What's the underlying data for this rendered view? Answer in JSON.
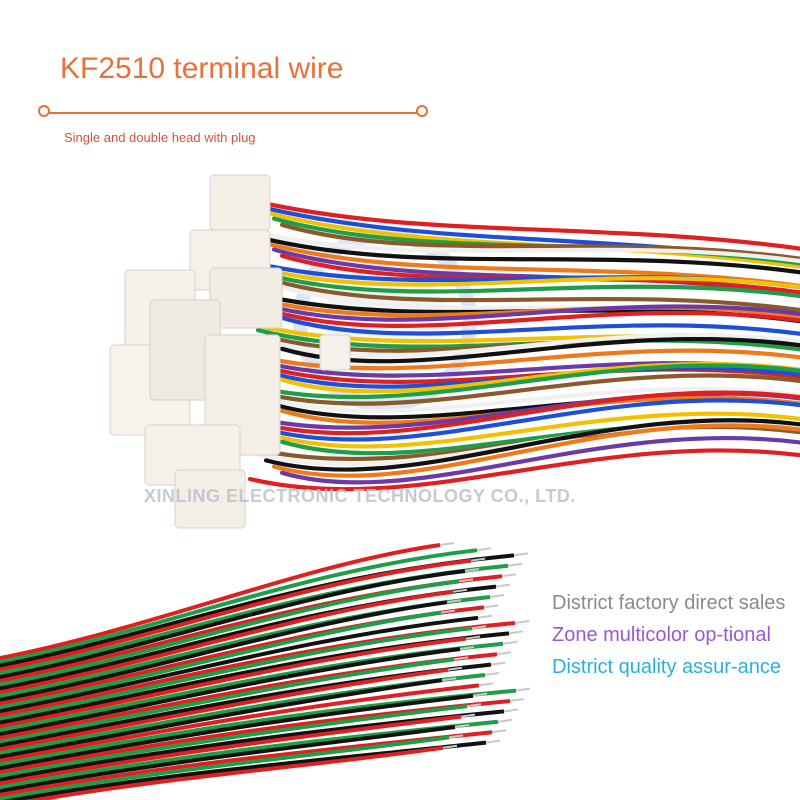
{
  "header": {
    "title": "KF2510 terminal wire",
    "subtitle": "Single and double head with plug",
    "accent_color": "#e8703a"
  },
  "watermark": {
    "text": "XINLING ELECTRONIC TECHNOLOGY CO., LTD."
  },
  "features": [
    {
      "text": "District factory direct sales",
      "color": "#8a8a8a"
    },
    {
      "text": "Zone multicolor op-tional",
      "color": "#9b59d0"
    },
    {
      "text": "District quality assur-ance",
      "color": "#2bb0dc"
    }
  ],
  "photo": {
    "subject": "bundle of multicolor wires with white KF2510 connector housings",
    "wire_colors": [
      "#e02020",
      "#1e4fd8",
      "#f2c200",
      "#1f9e4a",
      "#8a5a2b",
      "#ffffff",
      "#111111",
      "#f07a1a",
      "#6a3aa8"
    ]
  }
}
